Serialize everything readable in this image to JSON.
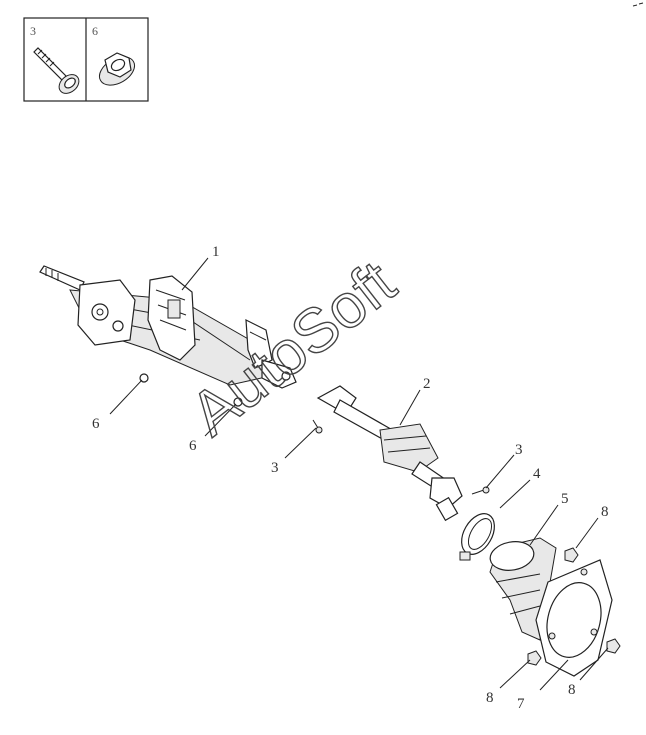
{
  "legend": {
    "cells": [
      {
        "number": "3",
        "icon": "bolt-icon"
      },
      {
        "number": "6",
        "icon": "flange-nut-icon"
      }
    ]
  },
  "callouts": {
    "c1": "1",
    "c2": "2",
    "c3a": "3",
    "c3b": "3",
    "c4": "4",
    "c5": "5",
    "c6a": "6",
    "c6b": "6",
    "c7": "7",
    "c8a": "8",
    "c8b": "8",
    "c8c": "8"
  },
  "watermark": "AutoSoft"
}
